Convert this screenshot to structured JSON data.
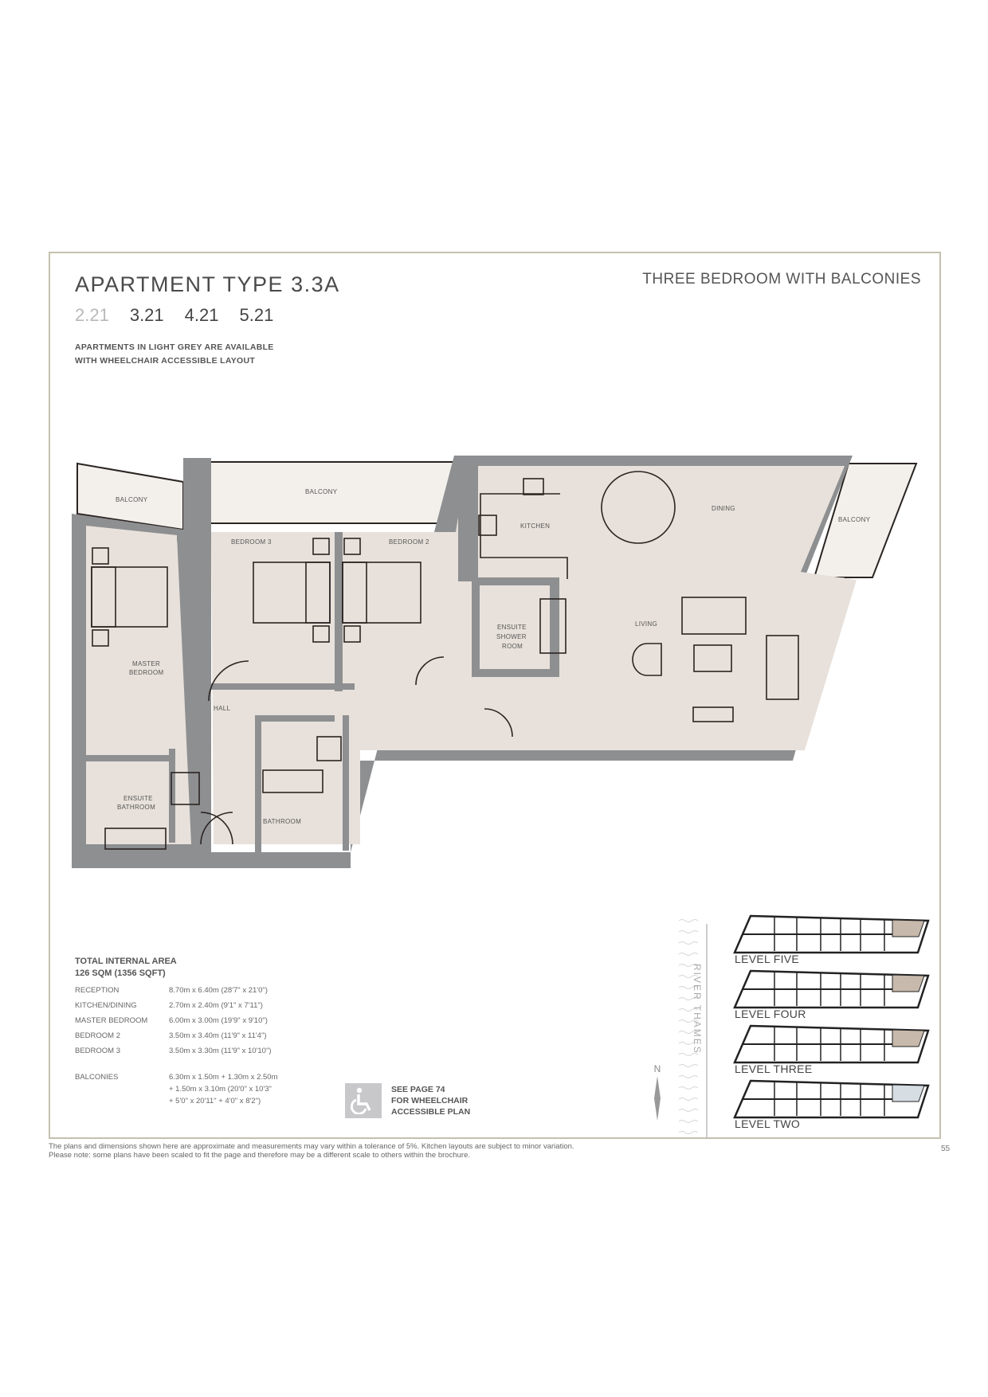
{
  "header": {
    "title": "APARTMENT TYPE 3.3A",
    "subtitle": "THREE BEDROOM WITH BALCONIES",
    "units": [
      {
        "label": "2.21",
        "wheelchair_available": true
      },
      {
        "label": "3.21",
        "wheelchair_available": false
      },
      {
        "label": "4.21",
        "wheelchair_available": false
      },
      {
        "label": "5.21",
        "wheelchair_available": false
      }
    ],
    "note_line1": "APARTMENTS IN LIGHT GREY ARE AVAILABLE",
    "note_line2": "WITH WHEELCHAIR ACCESSIBLE LAYOUT"
  },
  "floorplan": {
    "rooms": {
      "balcony_left": "BALCONY",
      "balcony_top": "BALCONY",
      "balcony_right": "BALCONY",
      "bedroom3": "BEDROOM 3",
      "bedroom2": "BEDROOM 2",
      "master_l1": "MASTER",
      "master_l2": "BEDROOM",
      "kitchen": "KITCHEN",
      "dining": "DINING",
      "living": "LIVING",
      "ensuite_shower_l1": "ENSUITE",
      "ensuite_shower_l2": "SHOWER",
      "ensuite_shower_l3": "ROOM",
      "hall": "HALL",
      "ensuite_bath_l1": "ENSUITE",
      "ensuite_bath_l2": "BATHROOM",
      "bathroom": "BATHROOM"
    },
    "colors": {
      "wall": "#8e8f91",
      "floor": "#e8e1db",
      "balcony": "#f3f0eb",
      "line": "#2a2422"
    }
  },
  "area": {
    "heading": "TOTAL INTERNAL AREA",
    "total": "126 SQM (1356 SQFT)",
    "rows": [
      {
        "room": "RECEPTION",
        "dims": "8.70m x 6.40m  (28'7\" x 21'0\")"
      },
      {
        "room": "KITCHEN/DINING",
        "dims": "2.70m x 2.40m  (9'1\" x 7'11\")"
      },
      {
        "room": "MASTER BEDROOM",
        "dims": "6.00m x 3.00m  (19'9\" x 9'10\")"
      },
      {
        "room": "BEDROOM 2",
        "dims": "3.50m x 3.40m  (11'9\" x 11'4\")"
      },
      {
        "room": "BEDROOM 3",
        "dims": "3.50m x 3.30m  (11'9\" x 10'10\")"
      }
    ],
    "balconies_label": "BALCONIES",
    "balconies_line1": "6.30m x 1.50m + 1.30m x 2.50m",
    "balconies_line2": "+ 1.50m x 3.10m (20'0\" x 10'3\"",
    "balconies_line3": "+ 5'0\" x 20'11\" + 4'0\" x 8'2\")"
  },
  "wheelchair": {
    "icon": "wheelchair-icon",
    "line1": "SEE PAGE 74",
    "line2": "FOR WHEELCHAIR",
    "line3": "ACCESSIBLE PLAN"
  },
  "keyplan": {
    "river_label": "RIVER THAMES",
    "compass": "N",
    "levels": [
      {
        "label": "LEVEL FIVE",
        "unit": "5.21",
        "highlight": "#c7b9ab"
      },
      {
        "label": "LEVEL FOUR",
        "unit": "4.21",
        "highlight": "#c7b9ab"
      },
      {
        "label": "LEVEL THREE",
        "unit": "3.21",
        "highlight": "#c7b9ab"
      },
      {
        "label": "LEVEL TWO",
        "unit": "2.21",
        "highlight": "#d6dde3"
      }
    ]
  },
  "footer": {
    "line1": "The plans and dimensions shown here are approximate and measurements may vary within a tolerance of 5%. Kitchen layouts are subject to minor variation.",
    "line2": "Please note: some plans have been scaled to fit the page and therefore may be a different scale to others within the brochure.",
    "page_number": "55"
  }
}
